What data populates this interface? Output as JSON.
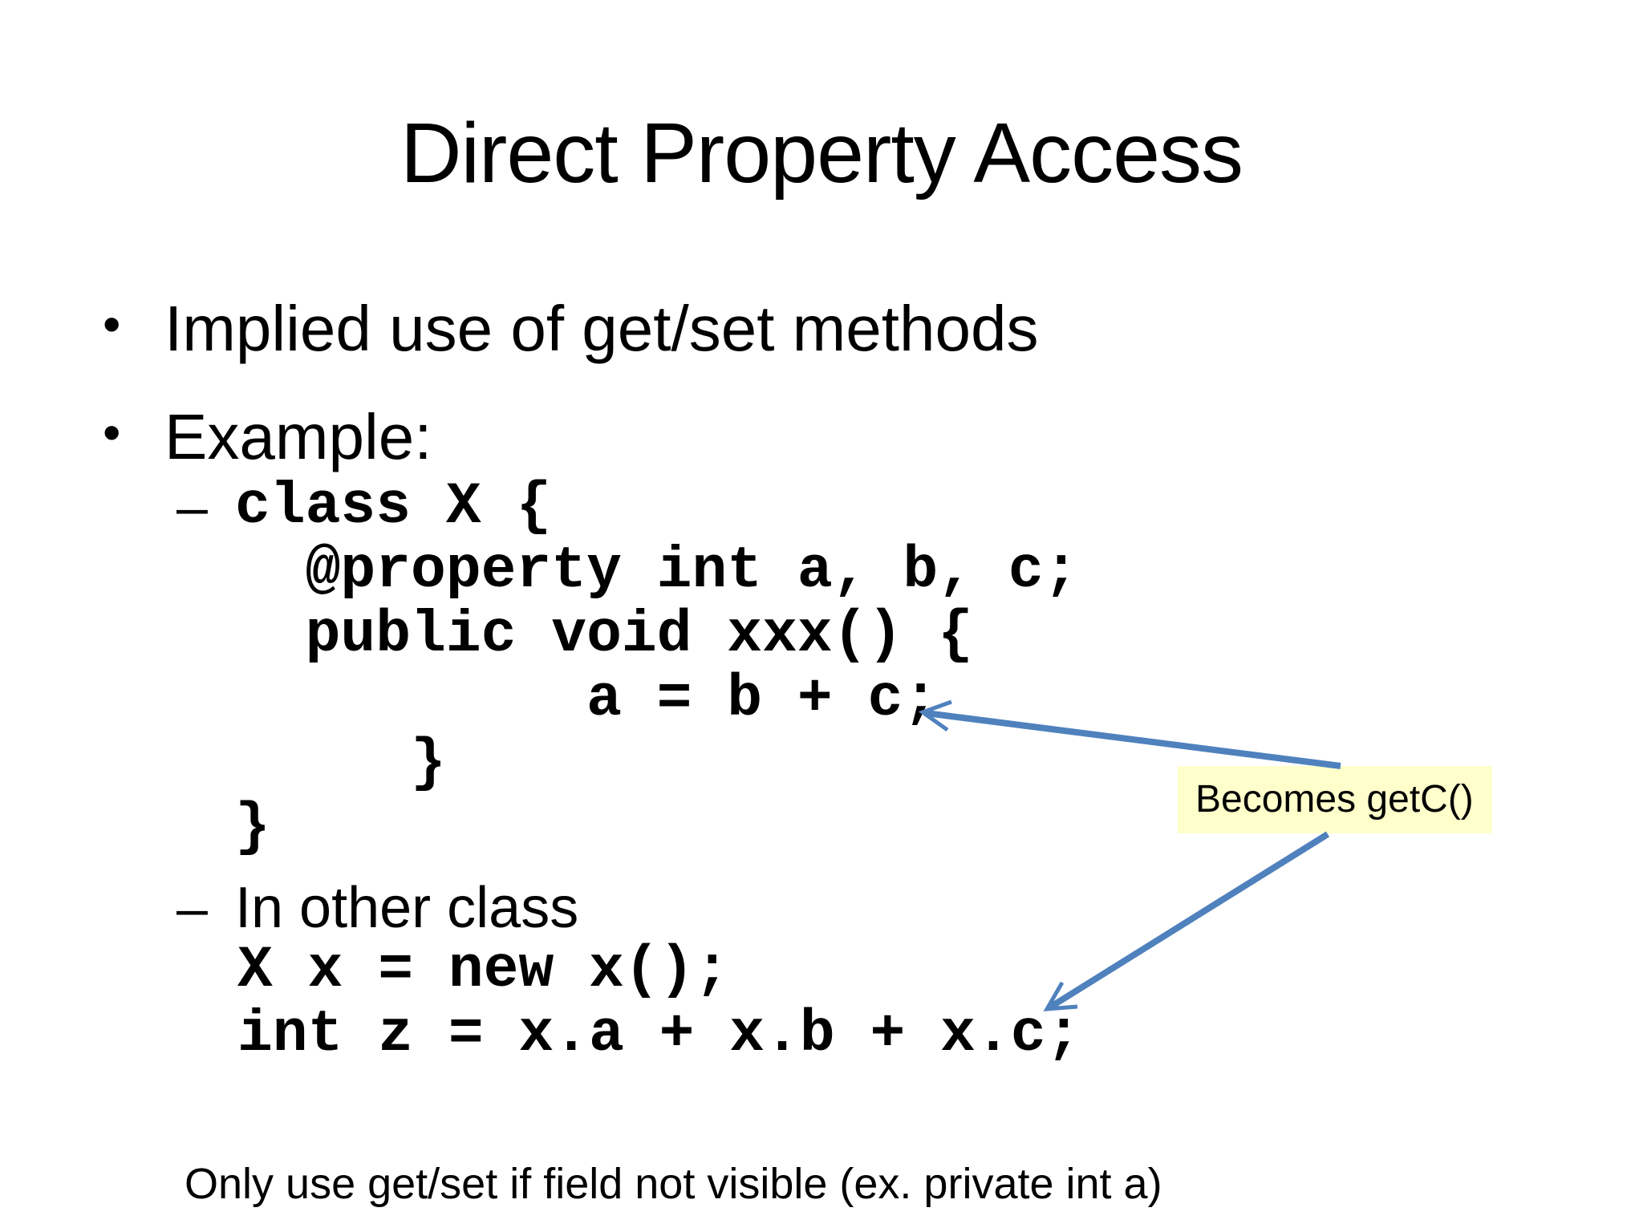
{
  "title": "Direct Property Access",
  "bullets": {
    "marker": "•",
    "items": [
      "Implied use of get/set methods",
      "Example:"
    ]
  },
  "example": {
    "dash_marker": "–",
    "class_code_lines": [
      "class X {",
      "  @property int a, b, c;",
      "  public void xxx() {",
      "          a = b + c;",
      "     }",
      "}"
    ],
    "other_class_label": "In other class",
    "usage_code_lines": [
      "X x = new x();",
      "int z = x.a + x.b + x.c;"
    ]
  },
  "callout": {
    "text": "Becomes getC()"
  },
  "footnote": "Only use get/set if field not visible (ex. private int a)",
  "colors": {
    "background": "#FFFFFF",
    "text": "#000000",
    "arrow_blue": "#4F81BD",
    "callout_background": "#FFFFCC"
  }
}
